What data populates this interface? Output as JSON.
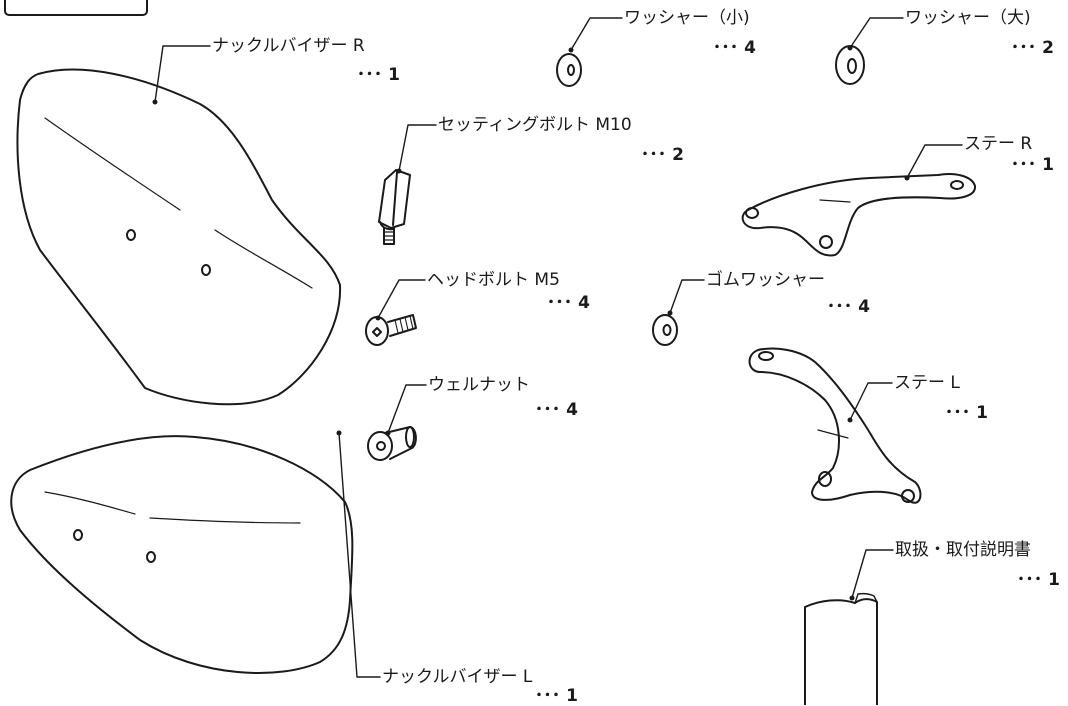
{
  "parts": {
    "visor_r": {
      "name": "ナックルバイザー R",
      "qty": "･･･ 1"
    },
    "washer_s": {
      "name": "ワッシャー（小)",
      "qty": "･･･ 4"
    },
    "washer_l": {
      "name": "ワッシャー（大)",
      "qty": "･･･ 2"
    },
    "setting_bolt": {
      "name": "セッティングボルト M10",
      "qty": "･･･ 2"
    },
    "stay_r": {
      "name": "ステー R",
      "qty": "･･･ 1"
    },
    "head_bolt": {
      "name": "ヘッドボルト M5",
      "qty": "･･･ 4"
    },
    "rubber_washer": {
      "name": "ゴムワッシャー",
      "qty": "･･･ 4"
    },
    "stay_l": {
      "name": "ステー L",
      "qty": "･･･ 1"
    },
    "well_nut": {
      "name": "ウェルナット",
      "qty": "･･･ 4"
    },
    "manual": {
      "name": "取扱・取付説明書",
      "qty": "･･･ 1"
    },
    "visor_l": {
      "name": "ナックルバイザー L",
      "qty": "･･･ 1"
    }
  },
  "colors": {
    "ink": "#1a1a1a",
    "paper": "#ffffff"
  }
}
